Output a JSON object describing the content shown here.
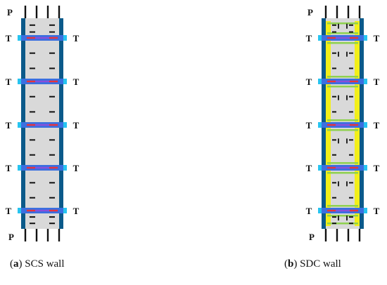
{
  "labels": {
    "load": "P",
    "tie": "T"
  },
  "captions": {
    "a_letter": "a",
    "a_text": " SCS wall",
    "b_letter": "b",
    "b_text": " SDC wall"
  },
  "colors": {
    "steel_plate": "#0b5a8a",
    "concrete": "#d9d9d9",
    "tie_bar": "#3b6fe0",
    "tie_stress": "#e8323c",
    "yellow_zone": "#f2ef19",
    "green_stripe": "#8fd14f",
    "cyan_end": "#27c4f0",
    "arrow": "#111111"
  },
  "walls": {
    "left": {
      "has_yellow_zones": false
    },
    "right": {
      "has_yellow_zones": true
    }
  },
  "tie_count": 5
}
